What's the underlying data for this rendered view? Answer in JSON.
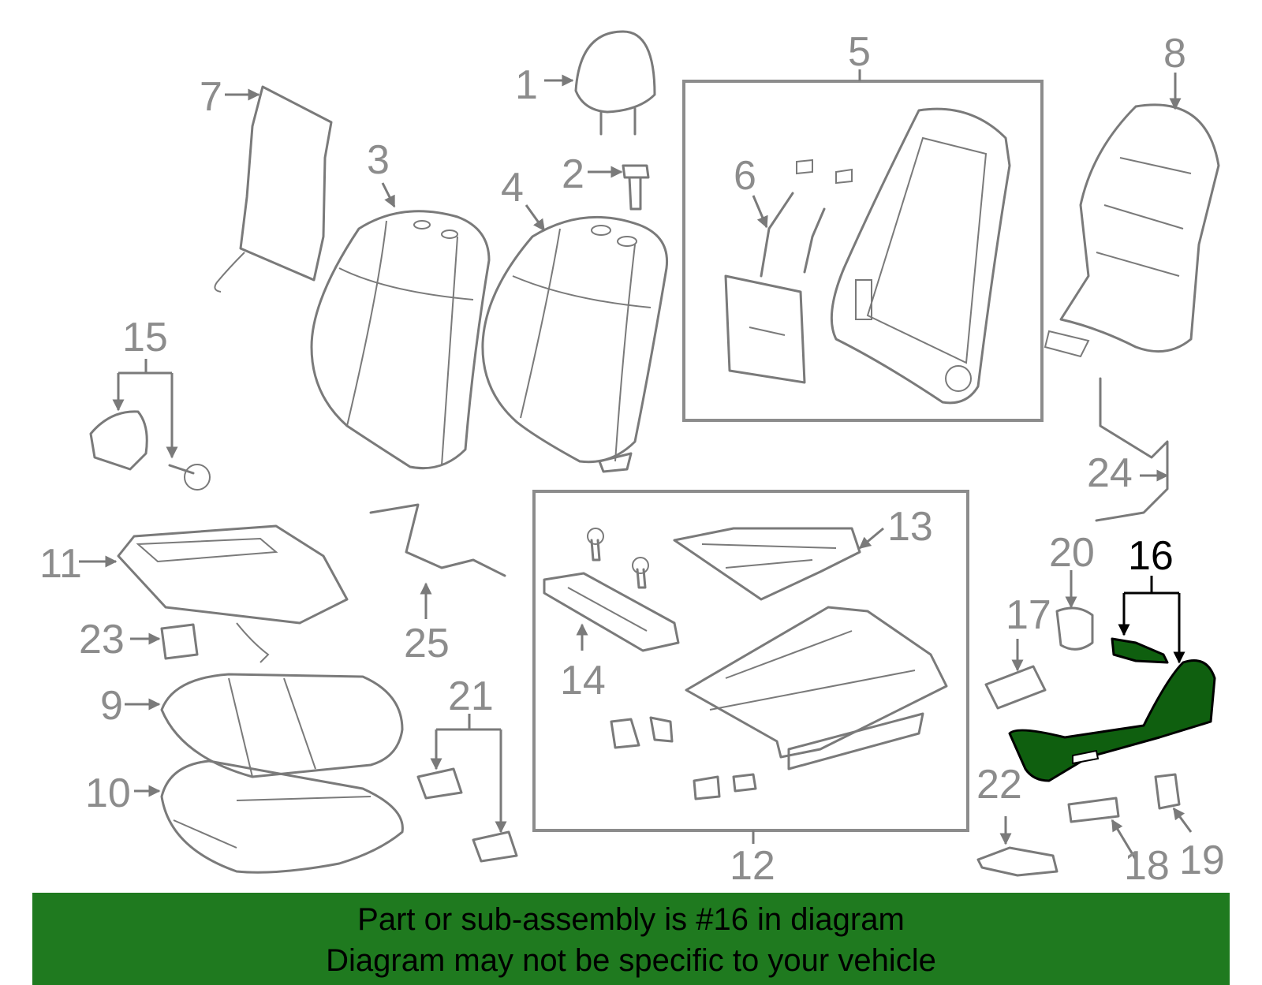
{
  "diagram": {
    "highlighted_part": "16",
    "labels": [
      "1",
      "2",
      "3",
      "4",
      "5",
      "6",
      "7",
      "8",
      "9",
      "10",
      "11",
      "12",
      "13",
      "14",
      "15",
      "16",
      "17",
      "18",
      "19",
      "20",
      "21",
      "22",
      "23",
      "24",
      "25"
    ]
  },
  "banner": {
    "line1": "Part or sub-assembly is #16 in diagram",
    "line2": "Diagram may not be specific to your vehicle"
  },
  "colors": {
    "banner_bg": "#1f7a1f",
    "highlight_part": "#0f5f0f",
    "line": "#7a7a7a"
  }
}
